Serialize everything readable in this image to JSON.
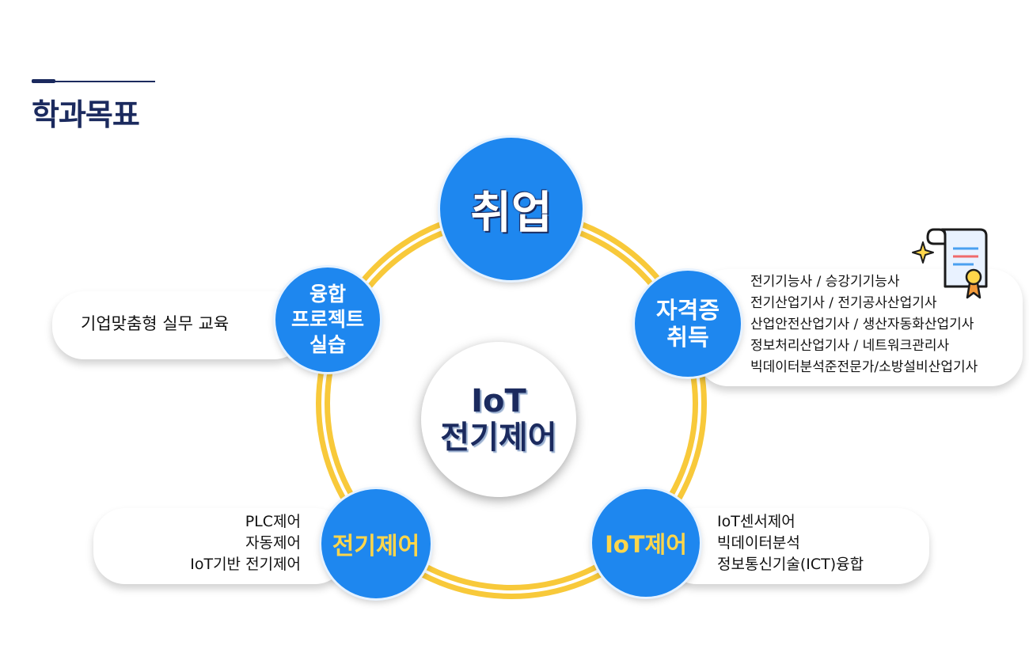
{
  "title": "학과목표",
  "center": {
    "line1": "IoT",
    "line2": "전기제어"
  },
  "nodes": {
    "top": "취업",
    "left": {
      "line1": "융합",
      "line2": "프로젝트",
      "line3": "실습"
    },
    "right": {
      "line1": "자격증",
      "line2": "취득"
    },
    "bottom_left": "전기제어",
    "bottom_right": "IoT제어"
  },
  "descriptions": {
    "left": "기업맞춤형 실무 교육",
    "right": [
      "전기기능사 / 승강기기능사",
      "전기산업기사 / 전기공사산업기사",
      "산업안전산업기사 / 생산자동화산업기사",
      "정보처리산업기사 / 네트워크관리사",
      "빅데이터분석준전문가/소방설비산업기사"
    ],
    "bottom_left": [
      "PLC제어",
      "자동제어",
      "IoT기반 전기제어"
    ],
    "bottom_right": [
      "IoT센서제어",
      "빅데이터분석",
      "정보통신기술(ICT)융합"
    ]
  },
  "colors": {
    "node_blue": "#1e87ef",
    "ring_yellow": "#f8c93a",
    "title_navy": "#1b2a5e",
    "node_text_yellow": "#ffd64a"
  },
  "icons": [
    "certificate-icon",
    "sparkle-icon"
  ]
}
